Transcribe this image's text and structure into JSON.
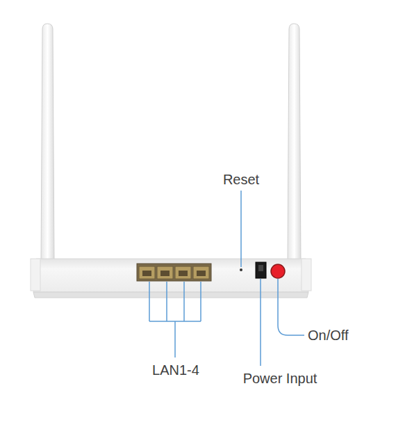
{
  "diagram": {
    "labels": [
      "Reset",
      "LAN1-4",
      "Power Input",
      "On/Off"
    ]
  }
}
